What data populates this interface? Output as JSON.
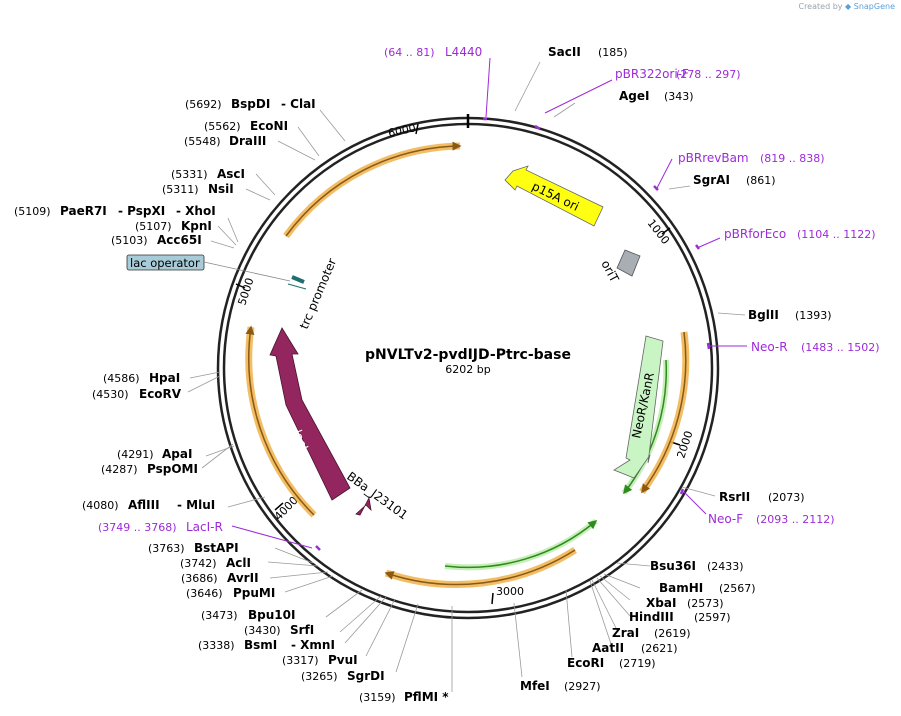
{
  "watermark": {
    "prefix": "Created by",
    "brand": "SnapGene"
  },
  "map": {
    "name": "pNVLTv2-pvdIJD-Ptrc-base",
    "length_label": "6202 bp"
  },
  "ticks": [
    "1000",
    "2000",
    "3000",
    "4000",
    "5000",
    "6000"
  ],
  "features": {
    "p15a": "p15A ori",
    "orit": "oriT",
    "neo": "NeoR/KanR",
    "laci": "lacI",
    "trc": "trc promoter",
    "bba": "BBa_J23101",
    "lacop": "lac operator"
  },
  "enzymes": {
    "sacii": {
      "name": "SacII",
      "pos": "(185)"
    },
    "agei": {
      "name": "AgeI",
      "pos": "(343)"
    },
    "sgrai": {
      "name": "SgrAI",
      "pos": "(861)"
    },
    "bglii": {
      "name": "BglII",
      "pos": "(1393)"
    },
    "rsrii": {
      "name": "RsrII",
      "pos": "(2073)"
    },
    "bsu36i": {
      "name": "Bsu36I",
      "pos": "(2433)"
    },
    "bamhi": {
      "name": "BamHI",
      "pos": "(2567)"
    },
    "xbai": {
      "name": "XbaI",
      "pos": "(2573)"
    },
    "hindiii": {
      "name": "HindIII",
      "pos": "(2597)"
    },
    "zrai": {
      "name": "ZraI",
      "pos": "(2619)"
    },
    "aatii": {
      "name": "AatII",
      "pos": "(2621)"
    },
    "ecori": {
      "name": "EcoRI",
      "pos": "(2719)"
    },
    "mfei": {
      "name": "MfeI",
      "pos": "(2927)"
    },
    "pflmi": {
      "name": "PflMI *",
      "pos": "(3159)"
    },
    "sgrdi": {
      "name": "SgrDI",
      "pos": "(3265)"
    },
    "pvui": {
      "name": "PvuI",
      "pos": "(3317)"
    },
    "bsmi": {
      "name": "BsmI",
      "name2": "- XmnI",
      "pos": "(3338)"
    },
    "srfi": {
      "name": "SrfI",
      "pos": "(3430)"
    },
    "bpu10i": {
      "name": "Bpu10I",
      "pos": "(3473)"
    },
    "ppumi": {
      "name": "PpuMI",
      "pos": "(3646)"
    },
    "avrii": {
      "name": "AvrII",
      "pos": "(3686)"
    },
    "acli": {
      "name": "AclI",
      "pos": "(3742)"
    },
    "bstapi": {
      "name": "BstAPI",
      "pos": "(3763)"
    },
    "aflii": {
      "name": "AflIII",
      "name2": "- MluI",
      "pos": "(4080)"
    },
    "pspomi": {
      "name": "PspOMI",
      "pos": "(4287)"
    },
    "apai": {
      "name": "ApaI",
      "pos": "(4291)"
    },
    "ecorv": {
      "name": "EcoRV",
      "pos": "(4530)"
    },
    "hpai": {
      "name": "HpaI",
      "pos": "(4586)"
    },
    "acc65i": {
      "name": "Acc65I",
      "pos": "(5103)"
    },
    "kpni": {
      "name": "KpnI",
      "pos": "(5107)"
    },
    "paer7i": {
      "name": "PaeR7I",
      "name2": "- PspXI",
      "name3": "- XhoI",
      "pos": "(5109)"
    },
    "nsii": {
      "name": "NsiI",
      "pos": "(5311)"
    },
    "asci": {
      "name": "AscI",
      "pos": "(5331)"
    },
    "draiii": {
      "name": "DraIII",
      "pos": "(5548)"
    },
    "econi": {
      "name": "EcoNI",
      "pos": "(5562)"
    },
    "bspdi": {
      "name": "BspDI",
      "name2": "- ClaI",
      "pos": "(5692)"
    }
  },
  "primers": {
    "l4440": {
      "name": "L4440",
      "pos": "(64 .. 81)"
    },
    "pbr322": {
      "name": "pBR322ori-F",
      "pos": "(278 .. 297)"
    },
    "pbrrev": {
      "name": "pBRrevBam",
      "pos": "(819 .. 838)"
    },
    "pbrfor": {
      "name": "pBRforEco",
      "pos": "(1104 .. 1122)"
    },
    "neor": {
      "name": "Neo-R",
      "pos": "(1483 .. 1502)"
    },
    "neof": {
      "name": "Neo-F",
      "pos": "(2093 .. 2112)"
    },
    "lacir": {
      "name": "LacI-R",
      "pos": "(3749 .. 3768)"
    }
  },
  "colors": {
    "backbone": "#222222",
    "orf_orange": "#f0b24a",
    "orf_inner": "#8a5a14",
    "ori_yellow": "#ffff11",
    "neo_green": "#c9f5c5",
    "laci_purple": "#93265e",
    "green_line": "#2e8b1e",
    "primer": "#9d2bd8",
    "orit_gray": "#a8aeb4"
  }
}
